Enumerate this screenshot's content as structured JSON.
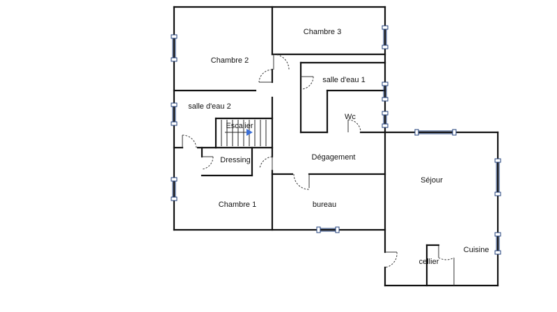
{
  "plan": {
    "rooms": [
      {
        "id": "chambre-3",
        "label": "Chambre 3"
      },
      {
        "id": "chambre-2",
        "label": "Chambre 2"
      },
      {
        "id": "salle-eau-1",
        "label": "salle d'eau 1"
      },
      {
        "id": "salle-eau-2",
        "label": "salle d'eau 2"
      },
      {
        "id": "escalier",
        "label": "Escalier"
      },
      {
        "id": "wc",
        "label": "Wc"
      },
      {
        "id": "dressing",
        "label": "Dressing"
      },
      {
        "id": "degagement",
        "label": "Dégagement"
      },
      {
        "id": "sejour",
        "label": "Séjour"
      },
      {
        "id": "chambre-1",
        "label": "Chambre 1"
      },
      {
        "id": "bureau",
        "label": "bureau"
      },
      {
        "id": "cuisine",
        "label": "Cuisine"
      },
      {
        "id": "cellier",
        "label": "cellier"
      }
    ],
    "colors": {
      "wall": "#111111",
      "window": "#1e3c78",
      "stair_arrow": "#3a6fd8"
    }
  }
}
